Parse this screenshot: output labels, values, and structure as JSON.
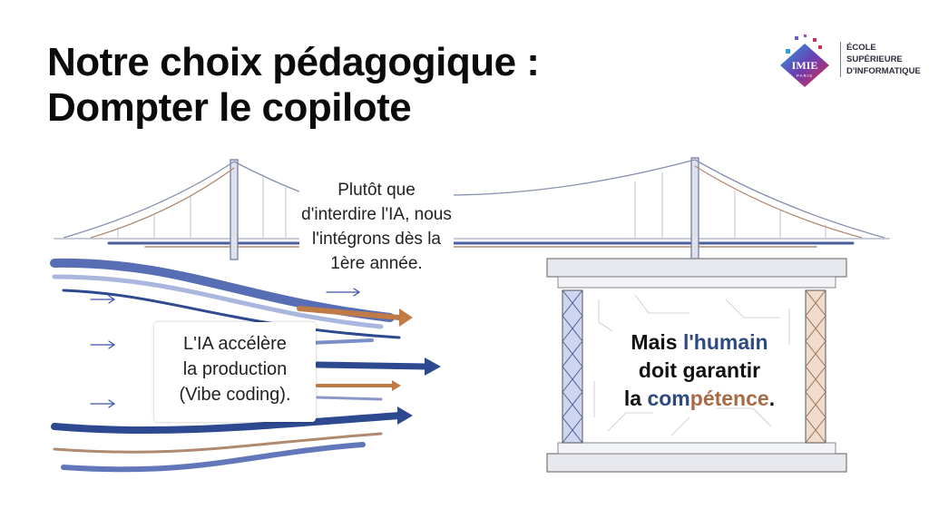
{
  "title": {
    "line1": "Notre choix pédagogique :",
    "line2": "Dompter le copilote"
  },
  "logo": {
    "mark": "IMIE",
    "sub": "PARIS",
    "line1": "ÉCOLE",
    "line2": "SUPÉRIEURE",
    "line3": "D'INFORMATIQUE"
  },
  "bridge": {
    "line1": "Plutôt que d'interdire l'IA, nous",
    "line2": "l'intégrons dès la 1ère année."
  },
  "left_box": {
    "line1": "L'IA accélère",
    "line2": "la production",
    "line3": "(Vibe coding)."
  },
  "right_box": {
    "w1": "Mais ",
    "w2": "l'humain",
    "line2": "doit garantir",
    "w3": "la ",
    "w4": "com",
    "w5": "pétence",
    "w6": "."
  },
  "colors": {
    "blue": "#2d4a80",
    "copper": "#a86a45"
  }
}
